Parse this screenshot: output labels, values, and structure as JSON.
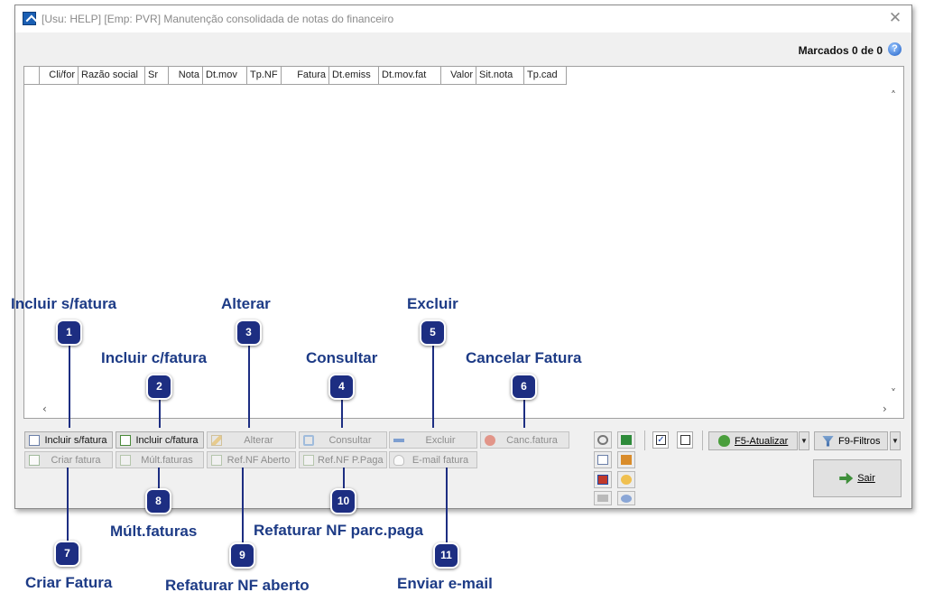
{
  "window": {
    "title": "[Usu: HELP] [Emp: PVR] Manutenção consolidada de notas do financeiro",
    "close_glyph": "✕",
    "marked_text": "Marcados 0 de 0",
    "help_glyph": "?"
  },
  "grid": {
    "columns": [
      "",
      "Cli/for",
      "Razão social",
      "Sr",
      "Nota",
      "Dt.mov",
      "Tp.NF",
      "Fatura",
      "Dt.emiss",
      "Dt.mov.fat",
      "Valor",
      "Sit.nota",
      "Tp.cad"
    ],
    "rows": []
  },
  "buttons_row1": [
    {
      "label": "Incluir s/fatura",
      "enabled": true,
      "icon": "document-icon"
    },
    {
      "label": "Incluir c/fatura",
      "enabled": true,
      "icon": "document-plus-icon"
    },
    {
      "label": "Alterar",
      "enabled": false,
      "icon": "pencil-icon"
    },
    {
      "label": "Consultar",
      "enabled": false,
      "icon": "search-icon"
    },
    {
      "label": "Excluir",
      "enabled": false,
      "icon": "minus-icon"
    },
    {
      "label": "Canc.fatura",
      "enabled": false,
      "icon": "cancel-icon"
    }
  ],
  "buttons_row2": [
    {
      "label": "Criar fatura",
      "enabled": false,
      "icon": "check-document-icon"
    },
    {
      "label": "Múlt.faturas",
      "enabled": false,
      "icon": "pages-icon"
    },
    {
      "label": "Ref.NF Aberto",
      "enabled": false,
      "icon": "pages-icon"
    },
    {
      "label": "Ref.NF P.Paga",
      "enabled": false,
      "icon": "pages-icon"
    },
    {
      "label": "E-mail fatura",
      "enabled": false,
      "icon": "mail-icon"
    }
  ],
  "toolbar": {
    "check_all_glyph": "✓",
    "refresh_label": "F5-Atualizar",
    "filters_label": "F9-Filtros",
    "exit_label": "Sair",
    "dropdown_glyph": "▼"
  },
  "annotations": [
    {
      "num": "1",
      "label": "Incluir s/fatura"
    },
    {
      "num": "2",
      "label": "Incluir c/fatura"
    },
    {
      "num": "3",
      "label": "Alterar"
    },
    {
      "num": "4",
      "label": "Consultar"
    },
    {
      "num": "5",
      "label": "Excluir"
    },
    {
      "num": "6",
      "label": "Cancelar Fatura"
    },
    {
      "num": "7",
      "label": "Criar Fatura"
    },
    {
      "num": "8",
      "label": "Múlt.faturas"
    },
    {
      "num": "9",
      "label": "Refaturar NF aberto"
    },
    {
      "num": "10",
      "label": "Refaturar NF parc.paga"
    },
    {
      "num": "11",
      "label": "Enviar e-mail"
    }
  ],
  "colors": {
    "annotation_badge": "#1d2e82",
    "annotation_text": "#1d3b86",
    "window_bg": "#f0f0f0"
  }
}
